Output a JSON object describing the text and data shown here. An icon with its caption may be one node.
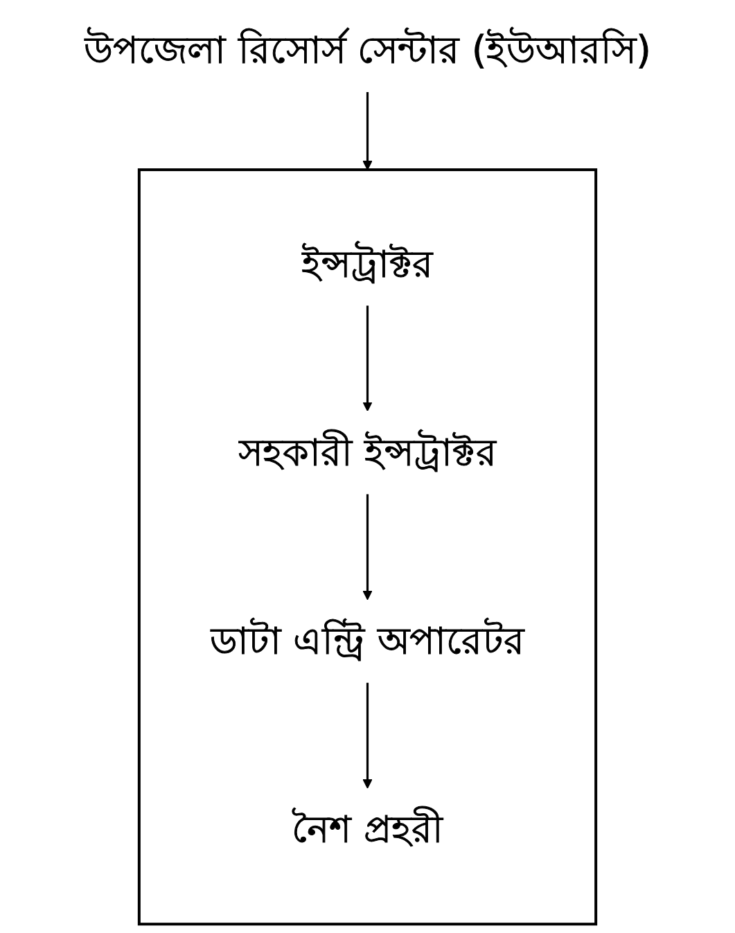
{
  "diagram": {
    "nodes": [
      {
        "text": [
          "উপজেলা রিসোর্স সেন্টার (ইউআরসি)"
        ]
      },
      {
        "text": [],
        "shape": "box"
      },
      {
        "text": [
          "ইন্সট্রাক্টর"
        ],
        "in": 1
      },
      {
        "text": [
          "সহকারী ইন্সট্রাক্টর"
        ],
        "in": 1
      },
      {
        "text": [
          "ডাটা এন্ট্রি অপারেটর"
        ],
        "in": 1
      },
      {
        "text": [
          "নৈশ প্রহরী"
        ],
        "in": 1
      }
    ],
    "edges": [
      {
        "from": 0,
        "to": 1,
        "arrow": "to"
      },
      {
        "from": 2,
        "to": 3,
        "arrow": "to"
      },
      {
        "from": 3,
        "to": 4,
        "arrow": "to"
      },
      {
        "from": 4,
        "to": 5,
        "arrow": "to"
      }
    ]
  }
}
